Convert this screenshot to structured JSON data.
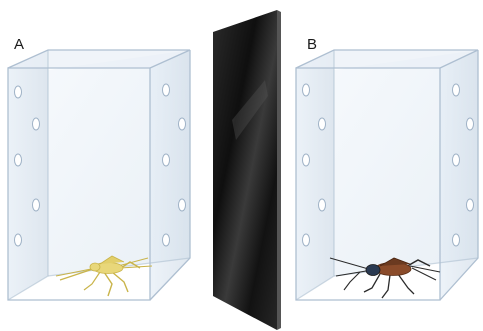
{
  "panels": [
    {
      "label": "A",
      "insect": "pale-yellow-cricket",
      "insect_color": "#e8d77a"
    },
    {
      "label": "B",
      "insect": "dark-brown-cricket",
      "insect_color": "#8a4b2a"
    }
  ],
  "divider": {
    "name": "black-glass-partition",
    "color": "#1b1b1b"
  },
  "box": {
    "name": "transparent-ventilated-box",
    "edge_color": "#b9c8d8",
    "face_color": "#dfe9f3"
  }
}
